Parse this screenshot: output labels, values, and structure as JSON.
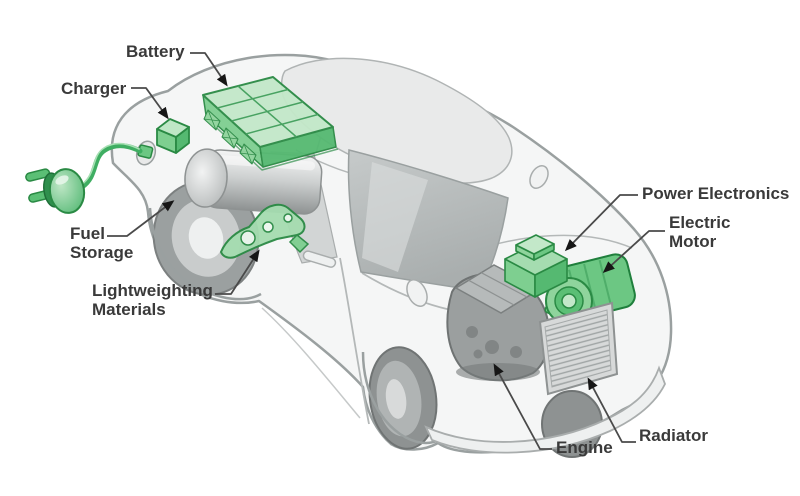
{
  "diagram": {
    "subject": "plug-in hybrid electric vehicle cutaway",
    "labels": {
      "battery": {
        "text": "Battery"
      },
      "charger": {
        "text": "Charger"
      },
      "fuel_storage": {
        "text": "Fuel\nStorage"
      },
      "lightweighting": {
        "text": "Lightweighting\nMaterials"
      },
      "power_electronics": {
        "text": "Power Electronics"
      },
      "electric_motor": {
        "text": "Electric\nMotor"
      },
      "engine": {
        "text": "Engine"
      },
      "radiator": {
        "text": "Radiator"
      }
    },
    "parts": [
      {
        "name": "charging-plug",
        "highlight": "green"
      },
      {
        "name": "charging-cable",
        "highlight": "green"
      },
      {
        "name": "charger-module",
        "highlight": "green"
      },
      {
        "name": "battery-pack",
        "highlight": "green"
      },
      {
        "name": "fuel-tank",
        "highlight": "gray"
      },
      {
        "name": "lightweighting-suspension-arm",
        "highlight": "green"
      },
      {
        "name": "power-electronics-module",
        "highlight": "green"
      },
      {
        "name": "electric-motor",
        "highlight": "green"
      },
      {
        "name": "engine",
        "highlight": "gray"
      },
      {
        "name": "radiator",
        "highlight": "gray"
      },
      {
        "name": "car-body",
        "highlight": "gray"
      }
    ],
    "colors": {
      "highlight_green": "#57bd74",
      "highlight_green_light": "#c3e8c9",
      "highlight_green_dark": "#2a8a44",
      "body_fill": "#f5f6f6",
      "body_outline": "#9aa0a0",
      "glass_gray": "#b9bdbd",
      "label_text": "#3a3a3a",
      "leader_line": "#4a4a4a",
      "arrowhead": "#161616",
      "background": "#ffffff"
    }
  }
}
